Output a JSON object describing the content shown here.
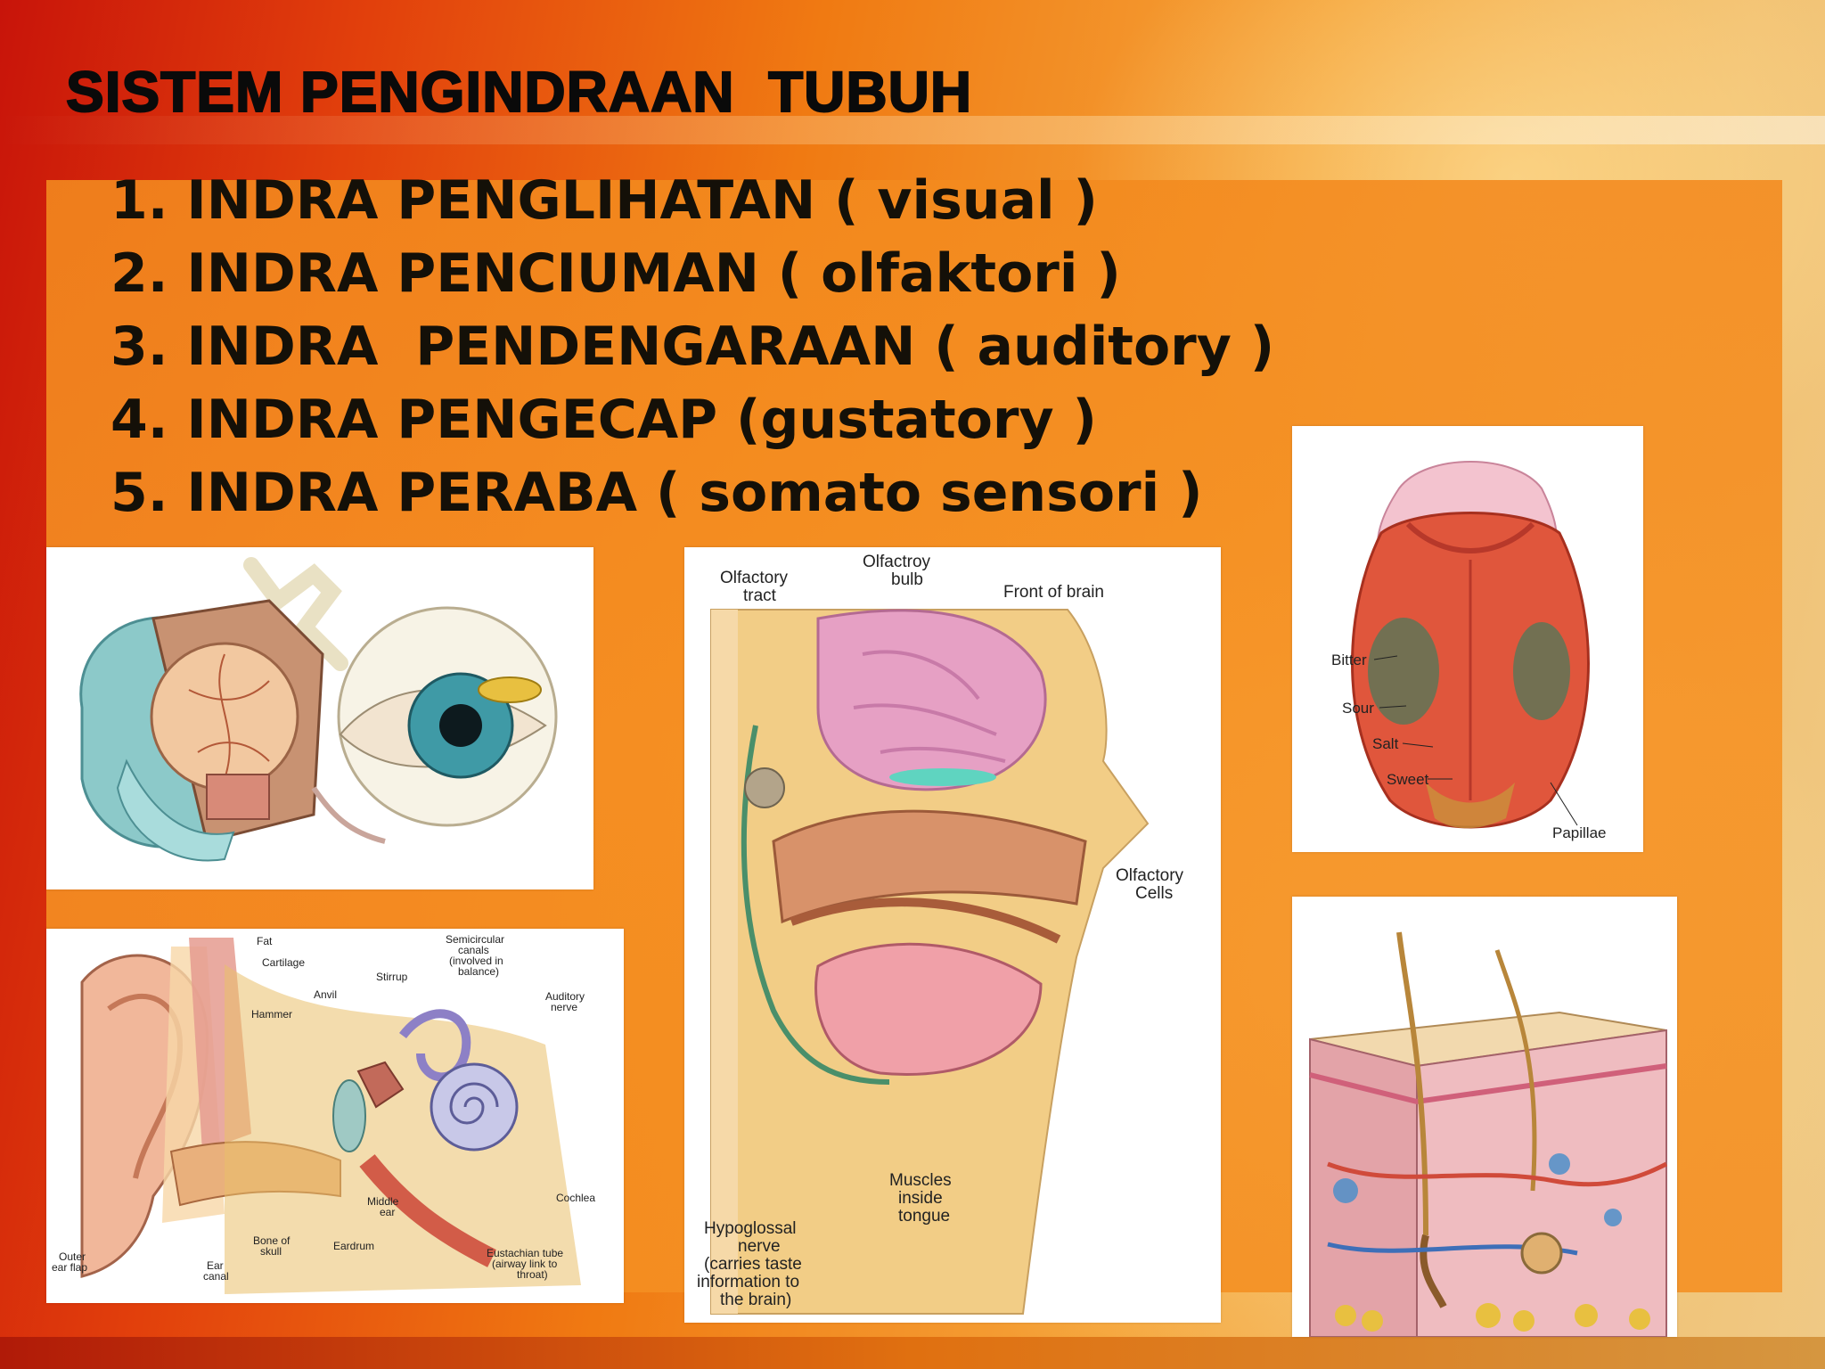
{
  "slide": {
    "title": "SISTEM PENGINDRAAN  TUBUH",
    "senses": [
      "1. INDRA PENGLIHATAN ( visual )",
      "2. INDRA PENCIUMAN ( olfaktori )",
      "3. INDRA  PENDENGARAAN ( auditory )",
      "4. INDRA PENGECAP (gustatory )",
      "5. INDRA PERABA ( somato sensori )"
    ]
  },
  "images": {
    "eye": {
      "icon": "eye-anatomy-illustration"
    },
    "ear": {
      "icon": "ear-anatomy-illustration",
      "labels": {
        "fat": "Fat",
        "cartilage": "Cartilage",
        "stirrup": "Stirrup",
        "semicircular": [
          "Semicircular",
          "canals",
          "(involved in",
          "balance)"
        ],
        "anvil": "Anvil",
        "hammer": "Hammer",
        "auditory_nerve": [
          "Auditory",
          "nerve"
        ],
        "cochlea": "Cochlea",
        "middle_ear": [
          "Middle",
          "ear"
        ],
        "bone_of_skull": [
          "Bone of",
          "skull"
        ],
        "eardrum": "Eardrum",
        "eustachian": [
          "Eustachian tube",
          "(airway link to",
          "throat)"
        ],
        "outer_ear_flap": [
          "Outer",
          "ear flap"
        ],
        "ear_canal": [
          "Ear",
          "canal"
        ]
      }
    },
    "nose": {
      "icon": "nasal-cavity-illustration",
      "labels": {
        "olfactory_tract": [
          "Olfactory",
          "tract"
        ],
        "olfactory_bulb": [
          "Olfactroy",
          "bulb"
        ],
        "front_of_brain": "Front of brain",
        "olfactory_cells": [
          "Olfactory",
          "Cells"
        ],
        "muscles_tongue": [
          "Muscles",
          "inside",
          "tongue"
        ],
        "hypoglossal": [
          "Hypoglossal",
          "nerve",
          "(carries taste",
          "information to",
          "the brain)"
        ]
      }
    },
    "tongue": {
      "icon": "tongue-taste-map-illustration",
      "labels": {
        "bitter": "Bitter",
        "sour": "Sour",
        "salt": "Salt",
        "sweet": "Sweet",
        "papillae": "Papillae"
      }
    },
    "skin": {
      "icon": "skin-cross-section-illustration"
    }
  }
}
